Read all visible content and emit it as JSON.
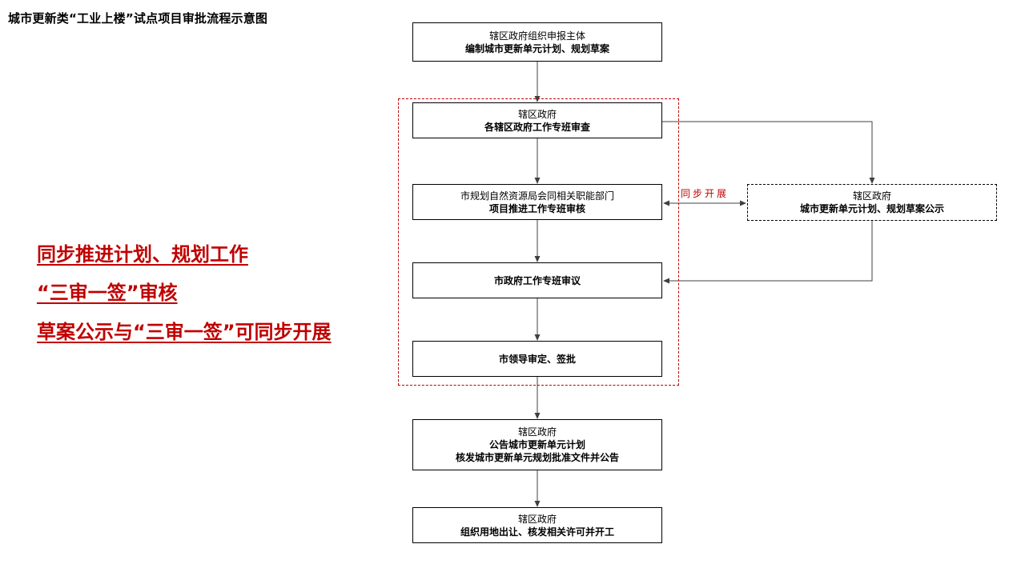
{
  "title": "城市更新类“工业上楼”试点项目审批流程示意图",
  "colors": {
    "accent": "#c00000",
    "stroke": "#000000",
    "connector": "#404040"
  },
  "boxes": {
    "b1": {
      "lines": [
        "辖区政府组织申报主体",
        "编制城市更新单元计划、规划草案"
      ]
    },
    "b2": {
      "lines": [
        "辖区政府",
        "各辖区政府工作专班审查"
      ]
    },
    "b3": {
      "lines": [
        "市规划自然资源局会同相关职能部门",
        "项目推进工作专班审核"
      ]
    },
    "b4": {
      "lines": [
        "市政府工作专班审议"
      ]
    },
    "b5": {
      "lines": [
        "市领导审定、签批"
      ]
    },
    "b6": {
      "lines": [
        "辖区政府",
        "公告城市更新单元计划",
        "核发城市更新单元规划批准文件并公告"
      ]
    },
    "b7": {
      "lines": [
        "辖区政府",
        "组织用地出让、核发相关许可并开工"
      ]
    },
    "side": {
      "lines": [
        "辖区政府",
        "城市更新单元计划、规划草案公示"
      ]
    }
  },
  "sync_label": "同步开展",
  "notes": [
    "同步推进计划、规划工作",
    "“三审一签”审核",
    "草案公示与“三审一签”可同步开展"
  ]
}
